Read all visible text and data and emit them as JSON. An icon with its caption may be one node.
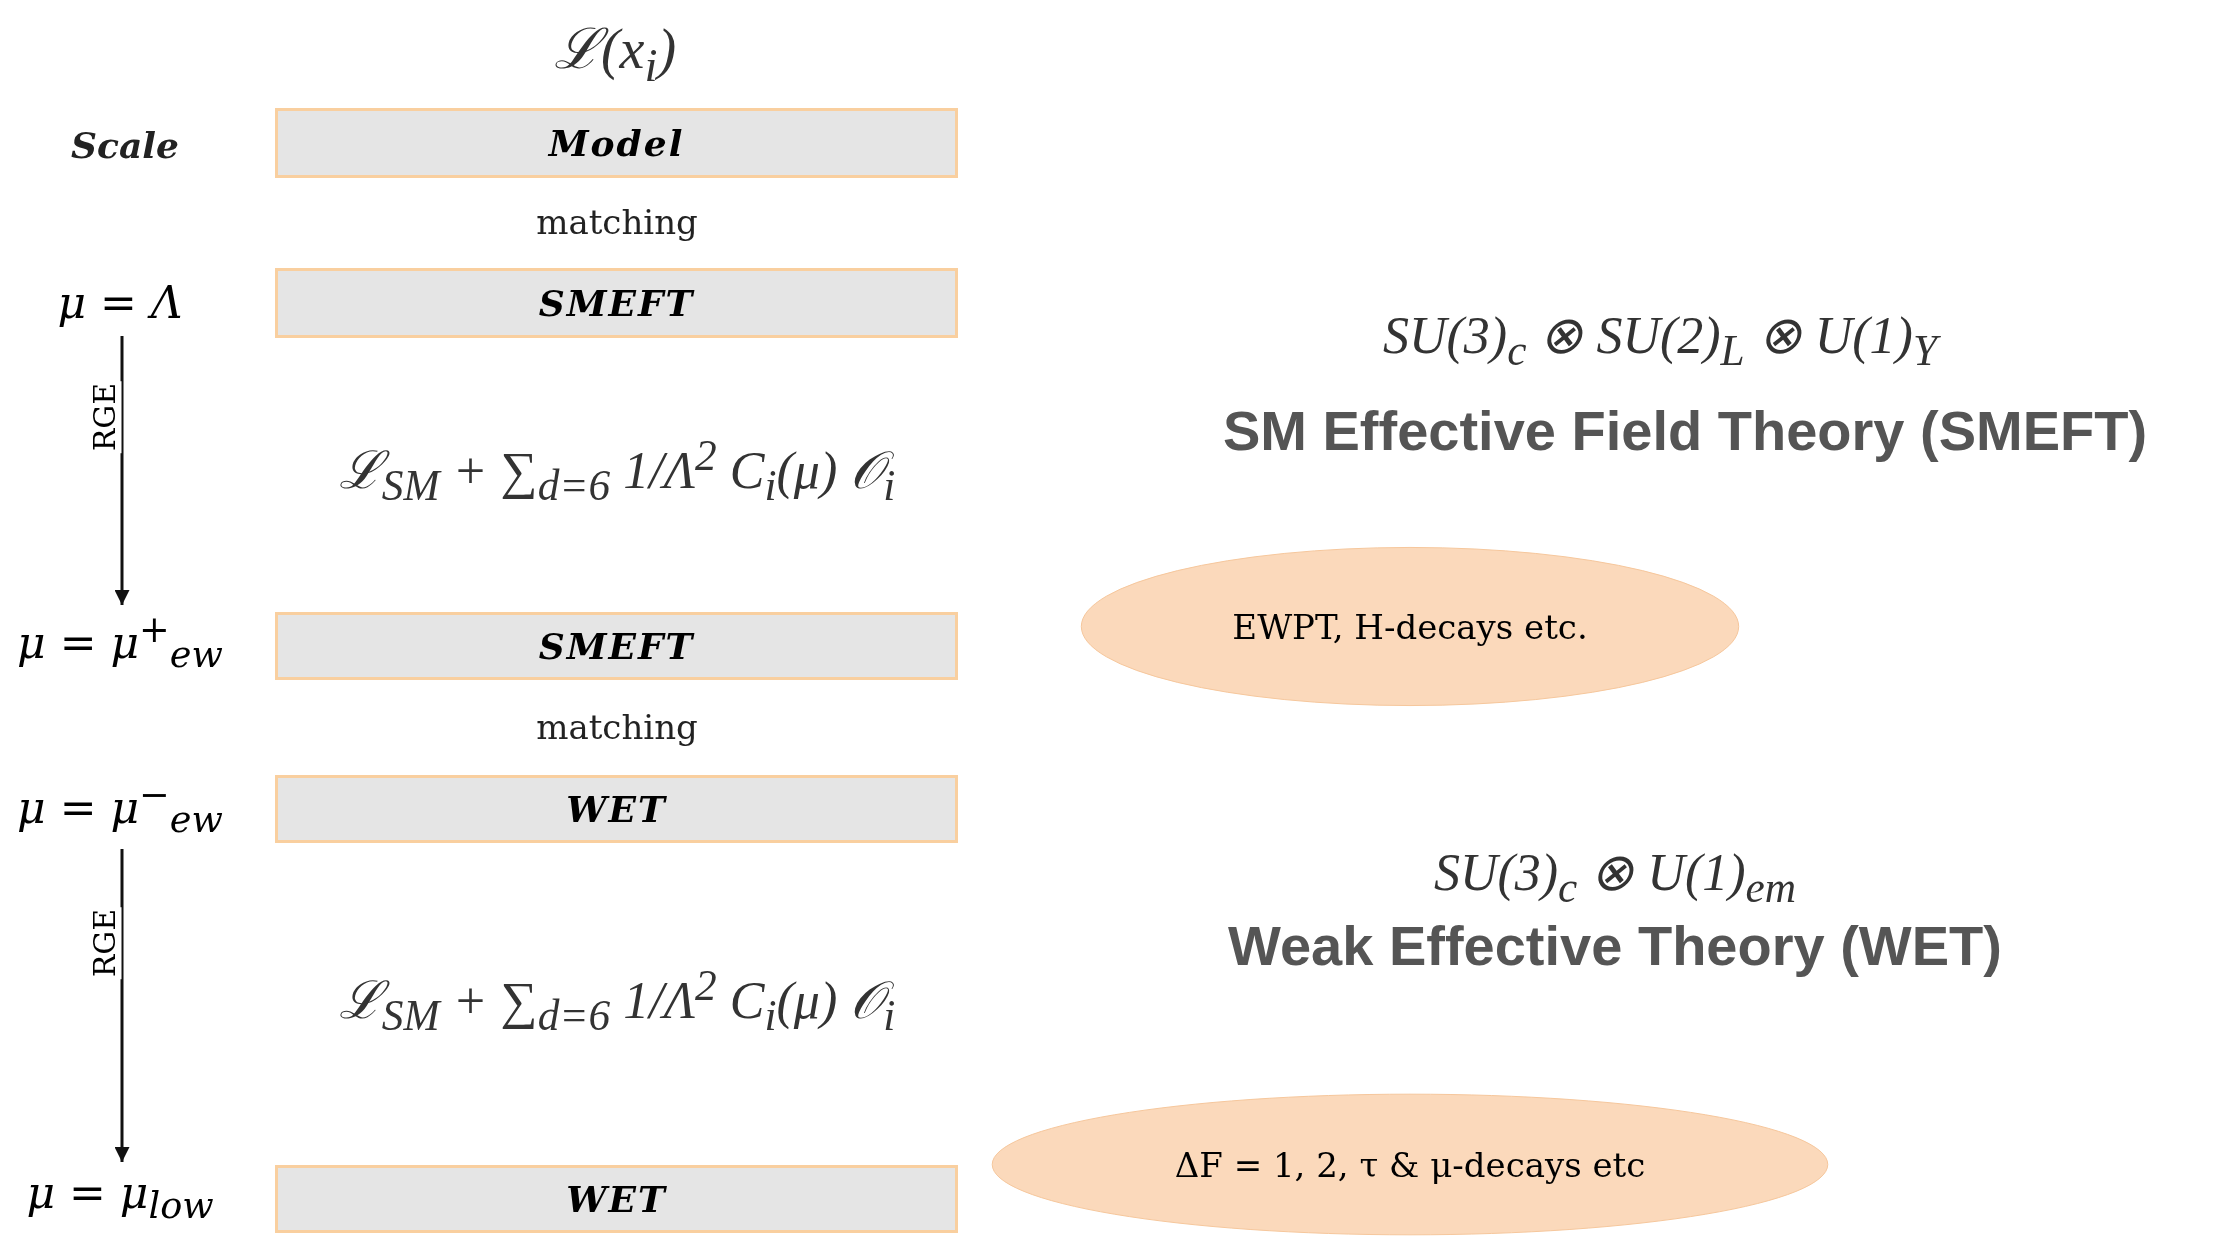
{
  "diagram": {
    "title": "ℒ(x$_{i}$)",
    "nodes": [
      {
        "text": [
          "Model"
        ]
      },
      {
        "text": [
          "SMEFT"
        ]
      },
      {
        "text": [
          "SMEFT"
        ]
      },
      {
        "text": [
          "WET"
        ]
      },
      {
        "text": [
          "WET"
        ]
      },
      {
        "text": [
          "μ = Λ"
        ]
      },
      {
        "text": [
          "μ = μ$^{+}$$_{ew}$"
        ]
      },
      {
        "text": [
          "μ = μ$^{−}$$_{ew}$"
        ]
      },
      {
        "text": [
          "μ = μ$_{low}$"
        ]
      },
      {
        "text": [
          "EWPT,  H-decays etc."
        ]
      },
      {
        "text": [
          "ΔF = 1, 2,  τ & μ-decays etc"
        ]
      }
    ],
    "edges": [
      {
        "from": 5,
        "to": 6,
        "arrow": "to",
        "label": "RGE"
      },
      {
        "from": 7,
        "to": 8,
        "arrow": "to",
        "label": "RGE"
      }
    ],
    "labels": [
      "Scale",
      "matching",
      "ℒ$_{SM}$ + ∑$_{d=6}$ 1/Λ$^{2}$ C$_{i}$(μ)  𝒪$_{i}$",
      "SU(3)$_{c}$ ⊗ SU(2)$_{L}$ ⊗ U(1)$_{Y}$",
      "SM Effective Field Theory (SMEFT)",
      "matching",
      "SU(3)$_{c}$ ⊗ U(1)$_{em}$",
      "ℒ$_{SM}$ + ∑$_{d=6}$ 1/Λ$^{2}$ C$_{i}$(μ)  𝒪$_{i}$",
      "Weak Effective Theory (WET)"
    ]
  }
}
